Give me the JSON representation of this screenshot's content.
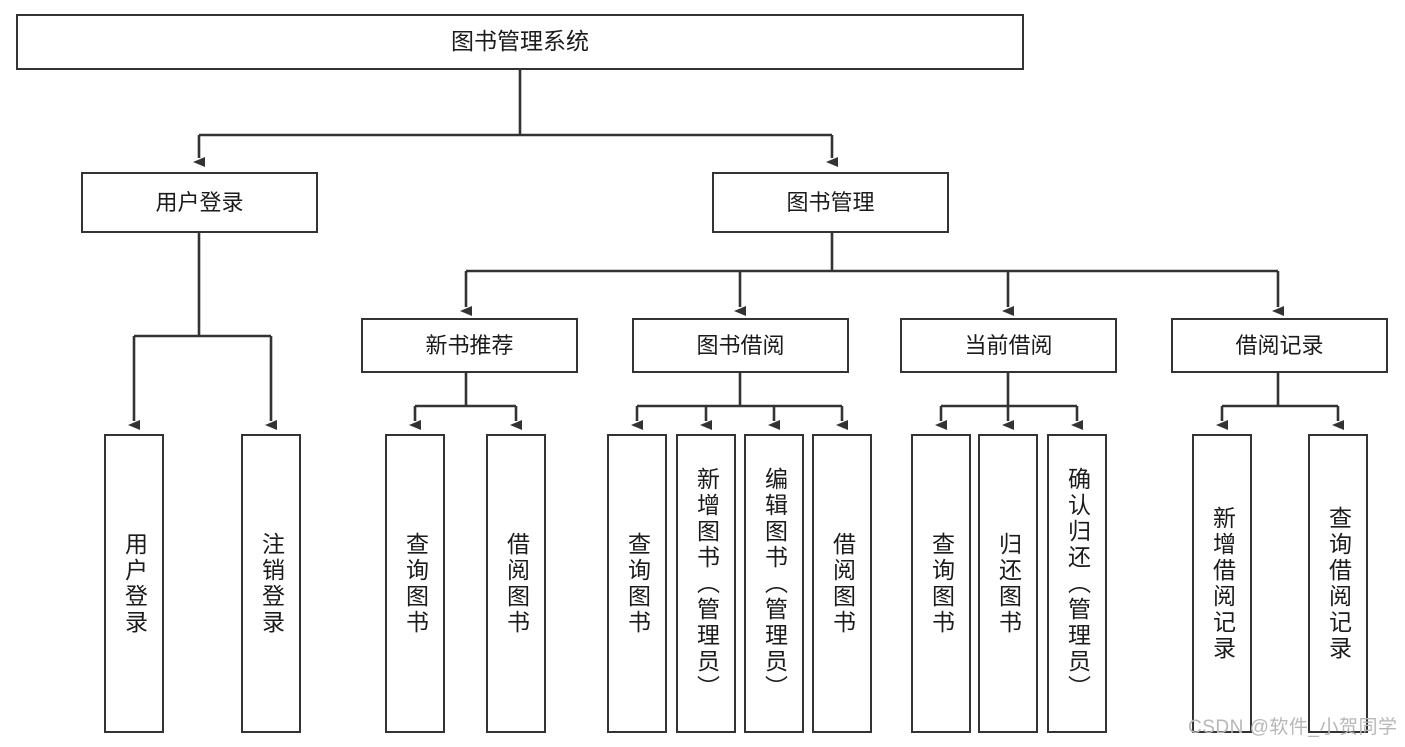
{
  "diagram": {
    "title": "图书管理系统",
    "type": "hierarchy-tree",
    "colors": {
      "node_border": "#333333",
      "node_fill": "#ffffff",
      "edge": "#333333",
      "background": "#ffffff",
      "watermark": "#b7b7b7"
    },
    "watermark": "CSDN @软件_小贺同学",
    "levels": [
      {
        "level": 1,
        "nodes": [
          {
            "id": "root",
            "label": "图书管理系统",
            "orientation": "horizontal"
          }
        ]
      },
      {
        "level": 2,
        "nodes": [
          {
            "id": "login",
            "label": "用户登录",
            "orientation": "horizontal",
            "parent": "root"
          },
          {
            "id": "bookmgmt",
            "label": "图书管理",
            "orientation": "horizontal",
            "parent": "root"
          }
        ]
      },
      {
        "level": 3,
        "nodes": [
          {
            "id": "newbook",
            "label": "新书推荐",
            "orientation": "horizontal",
            "parent": "bookmgmt"
          },
          {
            "id": "borrow",
            "label": "图书借阅",
            "orientation": "horizontal",
            "parent": "bookmgmt"
          },
          {
            "id": "current",
            "label": "当前借阅",
            "orientation": "horizontal",
            "parent": "bookmgmt"
          },
          {
            "id": "records",
            "label": "借阅记录",
            "orientation": "horizontal",
            "parent": "bookmgmt"
          }
        ]
      },
      {
        "level": 4,
        "nodes": [
          {
            "id": "leaf1",
            "label": "用户登录",
            "orientation": "vertical",
            "parent": "login"
          },
          {
            "id": "leaf2",
            "label": "注销登录",
            "orientation": "vertical",
            "parent": "login"
          },
          {
            "id": "leaf3",
            "label": "查询图书",
            "orientation": "vertical",
            "parent": "newbook"
          },
          {
            "id": "leaf4",
            "label": "借阅图书",
            "orientation": "vertical",
            "parent": "newbook"
          },
          {
            "id": "leaf5",
            "label": "查询图书",
            "orientation": "vertical",
            "parent": "borrow"
          },
          {
            "id": "leaf6",
            "label": "新增图书（管理员）",
            "orientation": "vertical",
            "parent": "borrow"
          },
          {
            "id": "leaf7",
            "label": "编辑图书（管理员）",
            "orientation": "vertical",
            "parent": "borrow"
          },
          {
            "id": "leaf8",
            "label": "借阅图书",
            "orientation": "vertical",
            "parent": "borrow"
          },
          {
            "id": "leaf9",
            "label": "查询图书",
            "orientation": "vertical",
            "parent": "current"
          },
          {
            "id": "leaf10",
            "label": "归还图书",
            "orientation": "vertical",
            "parent": "current"
          },
          {
            "id": "leaf11",
            "label": "确认归还（管理员）",
            "orientation": "vertical",
            "parent": "current"
          },
          {
            "id": "leaf12",
            "label": "新增借阅记录",
            "orientation": "vertical",
            "parent": "records"
          },
          {
            "id": "leaf13",
            "label": "查询借阅记录",
            "orientation": "vertical",
            "parent": "records"
          }
        ]
      }
    ]
  }
}
